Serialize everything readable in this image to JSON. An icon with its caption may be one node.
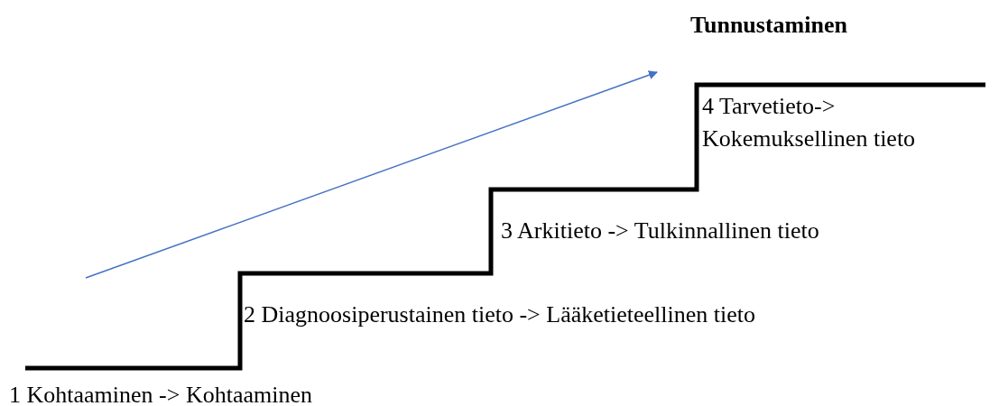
{
  "diagram": {
    "title": "Tunnustaminen",
    "labels": [
      "4 Tarvetieto-> Kokemuksellinen tieto",
      "3 Arkitieto -> Tulkinnallinen tieto",
      "2 Diagnoosiperustainen tieto -> Lääketieteellinen tieto",
      "1 Kohtaaminen -> Kohtaaminen"
    ]
  }
}
